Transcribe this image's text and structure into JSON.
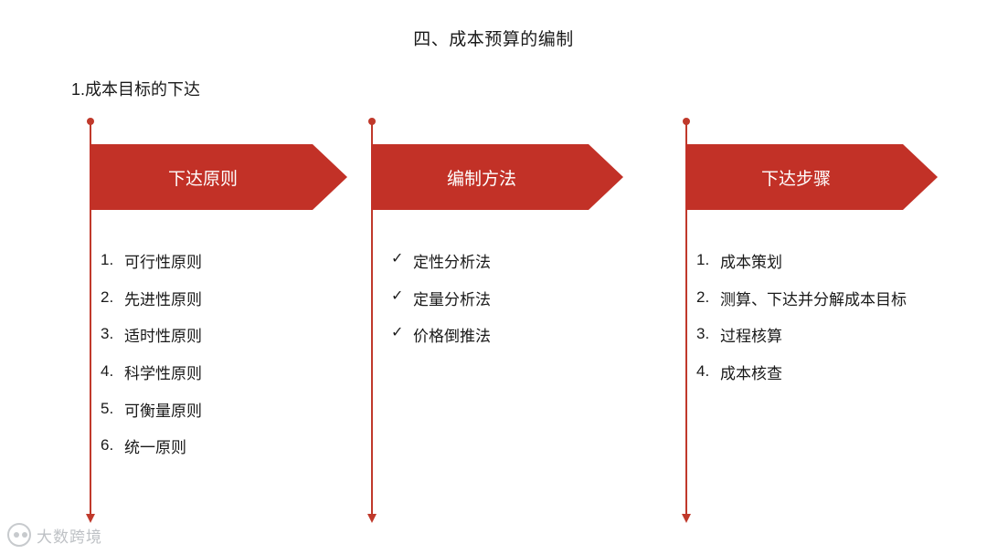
{
  "slide": {
    "title": "四、成本预算的编制",
    "section_title": "1.成本目标的下达",
    "accent_color": "#c23127",
    "line_color": "#c0392b"
  },
  "columns": [
    {
      "banner_label": "下达原则",
      "marker_type": "number",
      "items": [
        "可行性原则",
        "先进性原则",
        "适时性原则",
        "科学性原则",
        "可衡量原则",
        "统一原则"
      ],
      "markers": [
        "1.",
        "2.",
        "3.",
        "4.",
        "5.",
        "6."
      ]
    },
    {
      "banner_label": "编制方法",
      "marker_type": "check",
      "items": [
        "定性分析法",
        "定量分析法",
        "价格倒推法"
      ],
      "markers": [
        "✓",
        "✓",
        "✓"
      ]
    },
    {
      "banner_label": "下达步骤",
      "marker_type": "number",
      "items": [
        "成本策划",
        "测算、下达并分解成本目标",
        "过程核算",
        "成本核查"
      ],
      "markers": [
        "1.",
        "2.",
        "3.",
        "4."
      ]
    }
  ],
  "watermark": {
    "text": "大数跨境",
    "icon": "panda-logo-icon"
  }
}
